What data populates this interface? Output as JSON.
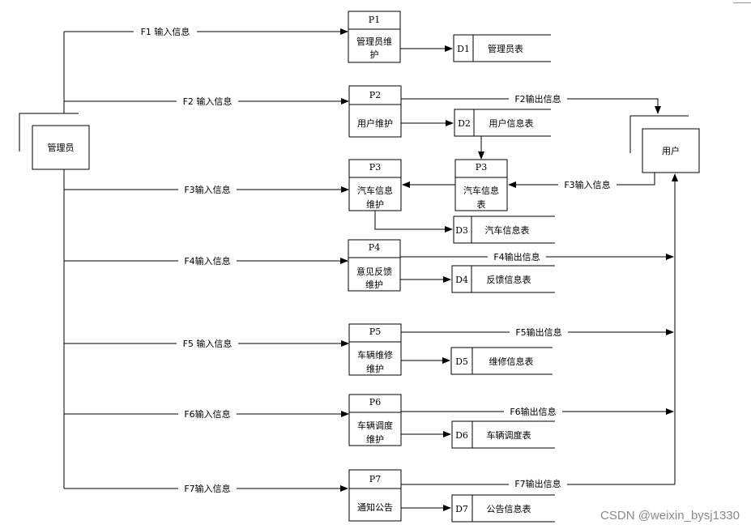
{
  "entities": {
    "admin": "管理员",
    "user": "用户"
  },
  "processes": {
    "p1": {
      "id": "P1",
      "line1": "管理员维",
      "line2": "护"
    },
    "p2": {
      "id": "P2",
      "line1": "用户维护"
    },
    "p3a": {
      "id": "P3",
      "line1": "汽车信息",
      "line2": "维护"
    },
    "p3b": {
      "id": "P3",
      "line1": "汽车信息",
      "line2": "表"
    },
    "p4": {
      "id": "P4",
      "line1": "意见反馈",
      "line2": "维护"
    },
    "p5": {
      "id": "P5",
      "line1": "车辆维修",
      "line2": "维护"
    },
    "p6": {
      "id": "P6",
      "line1": "车辆调度",
      "line2": "维护"
    },
    "p7": {
      "id": "P7",
      "line1": "通知公告"
    }
  },
  "stores": {
    "d1": {
      "id": "D1",
      "name": "管理员表"
    },
    "d2": {
      "id": "D2",
      "name": "用户信息表"
    },
    "d3": {
      "id": "D3",
      "name": "汽车信息表"
    },
    "d4": {
      "id": "D4",
      "name": "反馈信息表"
    },
    "d5": {
      "id": "D5",
      "name": "维修信息表"
    },
    "d6": {
      "id": "D6",
      "name": "车辆调度表"
    },
    "d7": {
      "id": "D7",
      "name": "公告信息表"
    }
  },
  "flows": {
    "f1": "F1 输入信息",
    "f2in": "F2 输入信息",
    "f3in": "F3输入信息",
    "f4in": "F4输入信息",
    "f5in": "F5 输入信息",
    "f6in": "F6输入信息",
    "f7in": "F7输入信息",
    "f2out": "F2输出信息",
    "f3user": "F3输入信息",
    "f4out": "F4输出信息",
    "f5out": "F5输出信息",
    "f6out": "F6输出信息",
    "f7out": "F7输出信息"
  },
  "watermark": "CSDN @weixin_bysj1330"
}
